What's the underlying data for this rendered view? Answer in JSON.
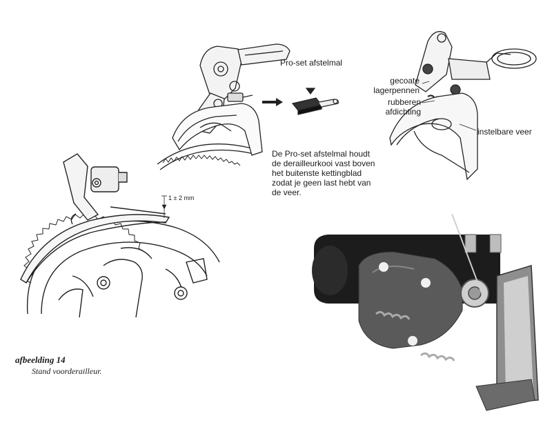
{
  "labels": {
    "proset_tool": "Pro-set afstelmal",
    "coated_pins_line1": "gecoate",
    "coated_pins_line2": "lagerpennen",
    "rubber_seal_line1": "rubberen",
    "rubber_seal_line2": "afdichting",
    "adjustable_spring": "instelbare veer",
    "clearance": "1 ± 2 mm",
    "description_lines": [
      "De Pro-set afstelmal houdt",
      "de derailleurkooi vast boven",
      "het buitenste kettingblad",
      "zodat je geen last hebt van",
      "de veer."
    ]
  },
  "caption": {
    "title": "afbeelding 14",
    "text": "Stand voorderailleur."
  }
}
